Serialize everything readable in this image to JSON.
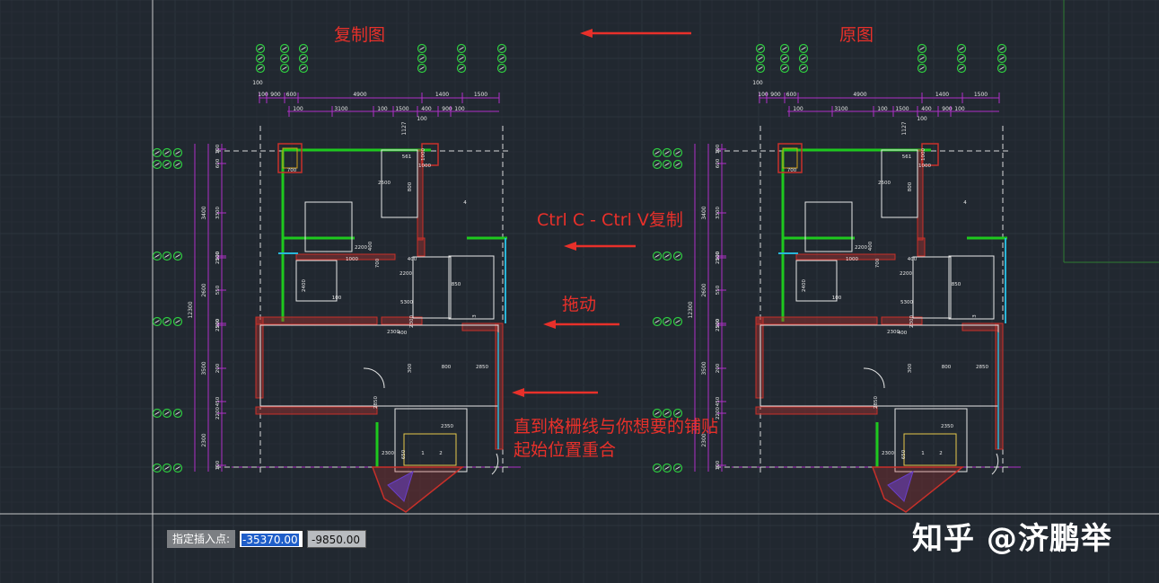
{
  "annotations": {
    "copy_label": "复制图",
    "original_label": "原图",
    "copy_paste": "Ctrl C - Ctrl V复制",
    "drag": "拖动",
    "align_note": "直到格栅线与你想要的铺贴起始位置重合"
  },
  "command_bar": {
    "prompt_label": "指定插入点:",
    "x_value": "-35370.00",
    "y_value": "-9850.00"
  },
  "watermark": "知乎 @济鹏举",
  "drawing": {
    "top_dims_row1": [
      "100",
      "900",
      "600",
      "4900",
      "1400",
      "1500"
    ],
    "top_dims_row2": [
      "100",
      "3100",
      "100",
      "1500",
      "400",
      "900",
      "100"
    ],
    "top_dims_extra": [
      "100",
      "1127"
    ],
    "side_dims_outer": [
      "12300"
    ],
    "side_dims_mid": [
      "3400",
      "2600",
      "3500",
      "2300"
    ],
    "side_dims_inner": [
      "100",
      "600",
      "3300",
      "200",
      "2500",
      "550",
      "200",
      "2500",
      "200",
      "450",
      "2200",
      "100"
    ],
    "room_dims": [
      "561",
      "1000",
      "700",
      "2500",
      "800",
      "1000",
      "2200",
      "400",
      "400",
      "1000",
      "700",
      "2200",
      "850",
      "2400",
      "100",
      "5300",
      "2300",
      "2300",
      "400",
      "300",
      "800",
      "2850",
      "2850",
      "2350",
      "2300",
      "650",
      "1",
      "2",
      "3",
      "4",
      "600",
      "100"
    ],
    "colors": {
      "background": "#212830",
      "grid_minor": "#262d36",
      "grid_major": "#2c333d",
      "dim_line": "#b030c8",
      "wall_green": "#1ec81e",
      "wall_hatch": "#c8302a",
      "wall_fill": "#d4a017",
      "wall_white": "#e8e8e8",
      "marker": "#2ecc40",
      "annotation": "#e8302a",
      "cyan": "#29b6d9"
    }
  }
}
